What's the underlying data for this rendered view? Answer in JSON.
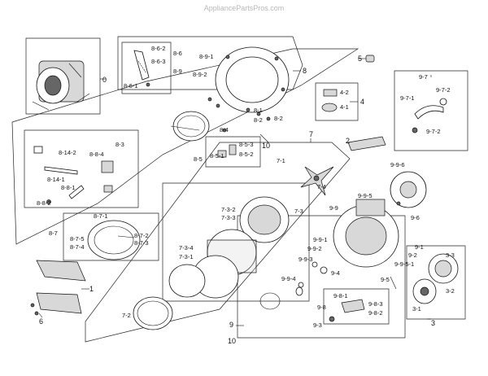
{
  "watermark": "AppliancePartsPros.com",
  "labels": {
    "l0": "0",
    "l1": "1",
    "l2": "2",
    "l3": "3",
    "l4": "4",
    "l5": "5",
    "l6": "6",
    "l7": "7",
    "l8": "8",
    "l9": "9",
    "l10a": "10",
    "l10b": "10",
    "l8_6_2": "8-6-2",
    "l8_6_3": "8-6-3",
    "l8_6_1": "8-6-1",
    "l8_6": "8-6",
    "l8_9": "8-9",
    "l8_9_1": "8-9-1",
    "l8_9_2": "8-9-2",
    "l8_2a": "8-2",
    "l8_2b": "8-2",
    "l8_1": "8-1",
    "l8_4": "8-4",
    "l8_5": "8-5",
    "l8_5_1": "8-5-1",
    "l8_5_2": "8-5-2",
    "l8_5_3": "8-5-3",
    "l8_3": "8-3",
    "l8_14_2": "8-14-2",
    "l8_14_1": "8-14-1",
    "l8_8_4": "8-8-4",
    "l8_8_1": "8-8-1",
    "l8_8_2": "8-8-2",
    "l8_7": "8-7",
    "l8_7_1": "8-7-1",
    "l8_7_2": "8-7-2",
    "l8_7_3": "8-7-3",
    "l8_7_4": "8-7-4",
    "l8_7_5": "8-7-5",
    "l4_2": "4-2",
    "l4_1": "4-1",
    "l9_7": "9-7",
    "l9_7_1": "9-7-1",
    "l9_7_2a": "9-7-2",
    "l9_7_2b": "9-7-2",
    "l7_1": "7-1",
    "l7_4": "7-4",
    "l7_3": "7-3",
    "l7_3_2": "7-3-2",
    "l7_3_3": "7-3-3",
    "l7_3_4": "7-3-4",
    "l7_3_1": "7-3-1",
    "l7_2": "7-2",
    "l9_9_6": "9-9-6",
    "l9_9_5": "9-9-5",
    "l9_9": "9-9",
    "l9_6": "9-6",
    "l9_9_1": "9-9-1",
    "l9_9_2": "9-9-2",
    "l9_9_3": "9-9-3",
    "l9_9_4": "9-9-4",
    "l9_1": "9-1",
    "l9_2": "9-2",
    "l9_9_5_1": "9-9-5-1",
    "l9_4": "9-4",
    "l9_5": "9-5",
    "l9_8_1": "9-8-1",
    "l9_8_3": "9-8-3",
    "l9_8_2": "9-8-2",
    "l9_8": "9-8",
    "l9_3": "9-3",
    "l3_3": "3-3",
    "l3_2": "3-2",
    "l3_1": "3-1"
  }
}
